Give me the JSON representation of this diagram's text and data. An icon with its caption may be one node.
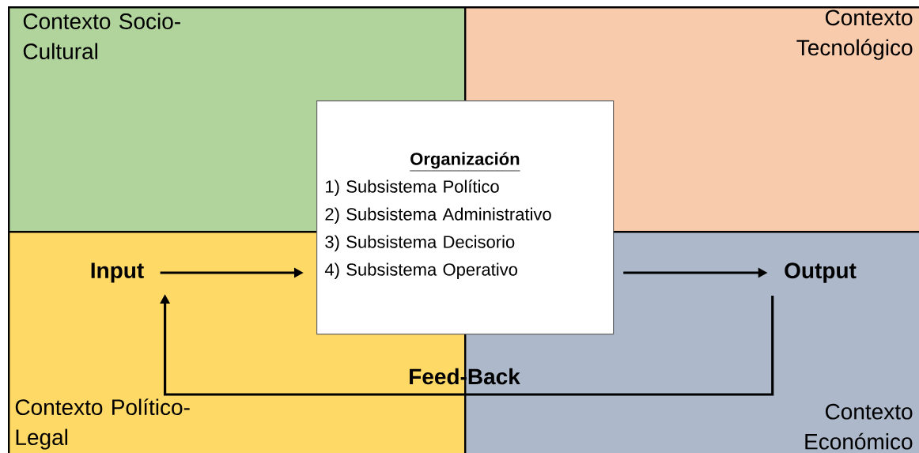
{
  "diagram": {
    "nodes": [
      {
        "text": [
          "Contexto Socio-Cultural"
        ]
      },
      {
        "text": [
          "Contexto Tecnológico"
        ]
      },
      {
        "text": [
          "Contexto Político-Legal"
        ]
      },
      {
        "text": [
          "Contexto Económico"
        ]
      },
      {
        "text": [
          "Organización",
          "1) Subsistema Político",
          "2) Subsistema Administrativo",
          "3) Subsistema Decisorio",
          "4) Subsistema Operativo"
        ]
      },
      {
        "text": [
          "Input"
        ],
        "in": 2
      },
      {
        "text": [
          "Output"
        ],
        "in": 3
      }
    ],
    "edges": [
      {
        "from": 5,
        "to": 4,
        "arrow": "to"
      },
      {
        "from": 4,
        "to": 6,
        "arrow": "to"
      },
      {
        "from": 6,
        "to": 5,
        "arrow": "to",
        "label": "Feed-Back"
      }
    ]
  }
}
